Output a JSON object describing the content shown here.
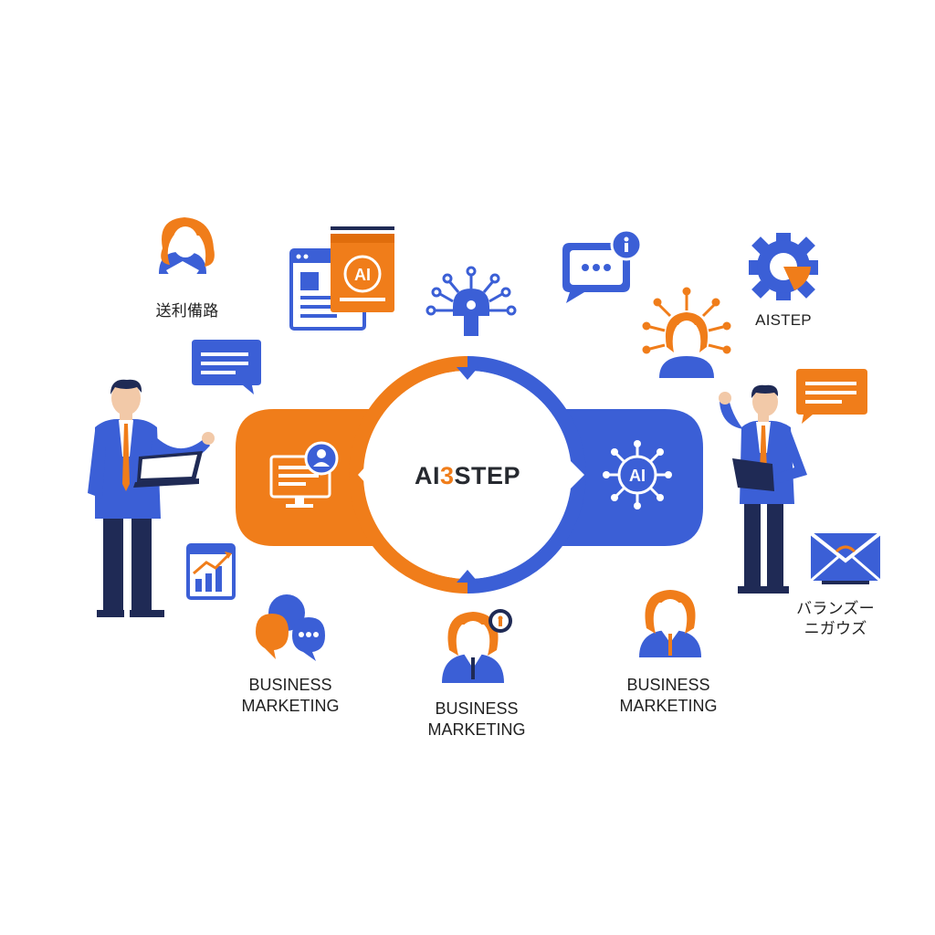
{
  "center": {
    "prefix": "AI",
    "number": "3",
    "suffix": "STEP"
  },
  "labels": {
    "top_left_jp": "送利備路",
    "top_right": "AISTEP",
    "right_jp": "バランズー\nニガウズ",
    "bottom_left": "BUSINESS\nMARKETING",
    "bottom_center": "BUSINESS\nMARKETING",
    "bottom_right": "BUSINESS\nMARKETING"
  },
  "icons": {
    "ai_badge_text": "AI",
    "gear_ai_text": "AI"
  },
  "colors": {
    "blue": "#3b5fd6",
    "orange": "#f07d1a",
    "navy": "#1f2a55",
    "skin": "#f2c9a8"
  }
}
